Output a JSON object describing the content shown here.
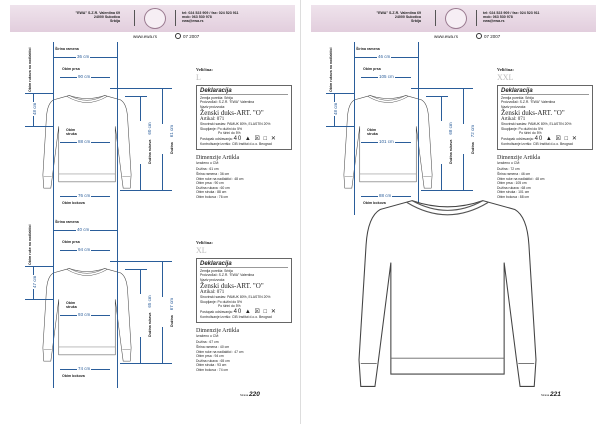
{
  "pages": [
    {
      "header": {
        "company": [
          "\"EWA\" S.Z.R. Valentina 69",
          "24000 Subotica",
          "Srbija"
        ],
        "contact": [
          "tel: 024 523 909 / fax: 024 523 911",
          "mob: 063 530 978",
          "ewa@ewa.rs"
        ],
        "website": "www.ewa.rs",
        "cert": "07 2007"
      },
      "blocks": [
        {
          "labels": {
            "shoulder": "Širina ramena",
            "chest": "Obim prsa",
            "sleeve_circ": "Obim rukava na nadlaktici",
            "waist": "Obim struka",
            "hips": "Obim bokova",
            "sleeve_len": "Dužina rukava",
            "length": "Dužina"
          },
          "values": {
            "shoulder": "36 cm",
            "chest": "90 cm",
            "sleeve_circ": "48 cm",
            "waist": "88 cm",
            "hips": "76 cm",
            "sleeve_len": "60 cm",
            "length": "61 cm"
          },
          "size_label": "Veličina:",
          "size": "L",
          "declaration": {
            "title": "Deklaracija",
            "origin": "Zemlja porekla: Srbija",
            "maker": "Proizvođač: S.Z.R. \"EWA\" Valentina",
            "name_label": "Naziv proizvoda:",
            "name": "Ženski duks-ART. \"O\"",
            "article": "Artikal: 071",
            "composition": "Sirovinski sastav: PAMUK 80%, ELASTIN 20%",
            "shrink1": "Skupljanje: Po dužini do 5%",
            "shrink2": "Po širini do 5%",
            "care_label": "Postupak održavanja:",
            "care": "40 ▲ ☒ □ ✕",
            "control": "Kontrolisanje izvršio: CIB Institut d.o.o. Beograd"
          },
          "dimensions": {
            "title": "Dimenzije Artikla",
            "subtitle": "Izraženo u CM:",
            "rows": [
              "Dužina : 61 cm",
              "Širina ramena : 36 cm",
              "Obim ruke na nadlaktici : 48 cm",
              "Obim prsa : 90 cm",
              "Dužina rukava : 60 cm",
              "Obim struka : 88 cm",
              "Obim bokova : 76 cm"
            ]
          }
        },
        {
          "labels": {
            "shoulder": "Širina ramena",
            "chest": "Obim prsa",
            "sleeve_circ": "Obim ruke na nadlaktici",
            "waist": "Obim struka",
            "hips": "Obim bokova",
            "sleeve_len": "Dužina rukava",
            "length": "Dužina"
          },
          "values": {
            "shoulder": "40 cm",
            "chest": "94 cm",
            "sleeve_circ": "47 cm",
            "waist": "93 cm",
            "hips": "74 cm",
            "sleeve_len": "65 cm",
            "length": "67 cm"
          },
          "size_label": "Veličina:",
          "size": "XL",
          "declaration": {
            "title": "Deklaracija",
            "origin": "Zemlja porekla: Srbija",
            "maker": "Proizvođač: S.Z.R. \"EWA\" Valentina",
            "name_label": "Naziv proizvoda:",
            "name": "Ženski duks-ART. \"O\"",
            "article": "Artikal: 071",
            "composition": "Sirovinski sastav: PAMUK 80%, ELASTIN 20%",
            "shrink1": "Skupljanje: Po dužini do 5%",
            "shrink2": "Po širini do 5%",
            "care_label": "Postupak održavanja:",
            "care": "40 ▲ ☒ □ ✕",
            "control": "Kontrolisanje izvršio: CIB Institut d.o.o. Beograd"
          },
          "dimensions": {
            "title": "Dimenzije Artikla",
            "subtitle": "Izraženo u CM:",
            "rows": [
              "Dužina : 67 cm",
              "Širina ramena : 40 cm",
              "Obim ruke na nadlaktici : 47 cm",
              "Obim prsa : 94 cm",
              "Dužina rukava : 65 cm",
              "Obim struka : 93 cm",
              "Obim bokova : 74 cm"
            ]
          }
        }
      ],
      "page_number": {
        "prefix": "Strana",
        "number": "220"
      }
    },
    {
      "header": {
        "company": [
          "\"EWA\" S.Z.R. Valentina 69",
          "24000 Subotica",
          "Srbija"
        ],
        "contact": [
          "tel: 024 523 909 / fax: 024 523 911",
          "mob: 063 530 978",
          "ewa@ewa.rs"
        ],
        "website": "www.ewa.rs",
        "cert": "07 2007"
      },
      "blocks": [
        {
          "labels": {
            "shoulder": "Širina ramena",
            "chest": "Obim prsa",
            "sleeve_circ": "Obim rukava na nadlaktici",
            "waist": "Obim struka",
            "hips": "Obim bokova",
            "sleeve_len": "Dužina rukava",
            "length": "Dužina"
          },
          "values": {
            "shoulder": "46 cm",
            "chest": "105 cm",
            "sleeve_circ": "48 cm",
            "waist": "101 cm",
            "hips": "88 cm",
            "sleeve_len": "68 cm",
            "length": "72 cm"
          },
          "size_label": "Veličina:",
          "size": "XXL",
          "declaration": {
            "title": "Deklaracija",
            "origin": "Zemlja porekla: Srbija",
            "maker": "Proizvođač: S.Z.R. \"EWA\" Valentina",
            "name_label": "Naziv proizvoda:",
            "name": "Ženski duks-ART. \"O\"",
            "article": "Artikal: 071",
            "composition": "Sirovinski sastav: PAMUK 80%, ELASTIN 20%",
            "shrink1": "Skupljanje: Po dužini do 5%",
            "shrink2": "Po širini do 5%",
            "care_label": "Postupak održavanja:",
            "care": "40 ▲ ☒ □ ✕",
            "control": "Kontrolisanje izvršio: CIB Institut d.o.o. Beograd"
          },
          "dimensions": {
            "title": "Dimenzije Artikla",
            "subtitle": "Izraženo u CM:",
            "rows": [
              "Dužina : 72 cm",
              "Širina ramena : 46 cm",
              "Obim ruke na nadlaktici : 48 cm",
              "Obim prsa : 105 cm",
              "Dužina rukava : 68 cm",
              "Obim struka : 101 cm",
              "Obim bokova : 88 cm"
            ]
          }
        }
      ],
      "page_number": {
        "prefix": "Strana",
        "number": "221"
      }
    }
  ]
}
